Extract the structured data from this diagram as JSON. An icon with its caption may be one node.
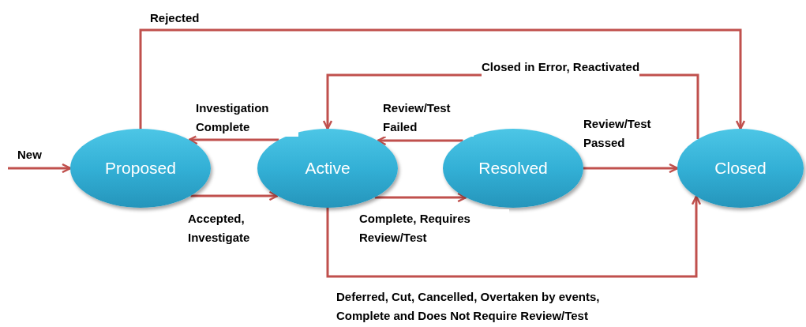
{
  "diagram": {
    "nodes": [
      {
        "text": [
          "Proposed"
        ]
      },
      {
        "text": [
          "Active"
        ]
      },
      {
        "text": [
          "Resolved"
        ]
      },
      {
        "text": [
          "Closed"
        ]
      }
    ],
    "edges": [
      {
        "from": null,
        "to": 0,
        "arrow": "to",
        "label": "New"
      },
      {
        "from": 0,
        "to": 3,
        "arrow": "to",
        "label": "Rejected"
      },
      {
        "from": 1,
        "to": 0,
        "arrow": "to",
        "label": "Investigation Complete"
      },
      {
        "from": 0,
        "to": 1,
        "arrow": "to",
        "label": "Accepted, Investigate"
      },
      {
        "from": 2,
        "to": 1,
        "arrow": "to",
        "label": "Review/Test Failed"
      },
      {
        "from": 1,
        "to": 2,
        "arrow": "to",
        "label": "Complete, Requires Review/Test"
      },
      {
        "from": 2,
        "to": 3,
        "arrow": "to",
        "label": "Review/Test Passed"
      },
      {
        "from": 3,
        "to": 1,
        "arrow": "to",
        "label": "Closed in Error, Reactivated"
      },
      {
        "from": 1,
        "to": 3,
        "arrow": "to",
        "label": "Deferred, Cut, Cancelled, Overtaken by events, Complete and Does Not Require Review/Test"
      }
    ]
  }
}
